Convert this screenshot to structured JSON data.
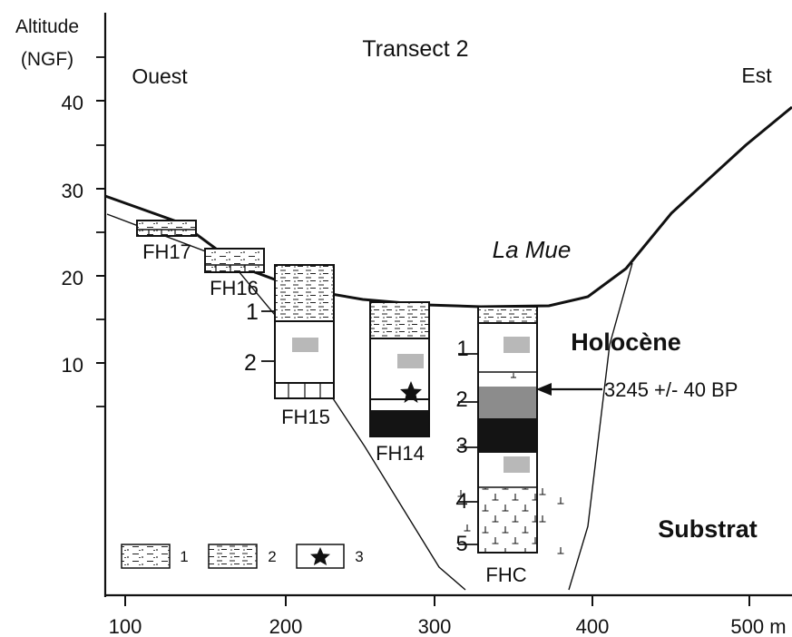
{
  "figure": {
    "title": "Transect 2",
    "side_left": "Ouest",
    "side_right": "Est",
    "valley_label": "La Mue",
    "unit_upper": "Holocène",
    "unit_lower": "Substrat",
    "date_label": "3245 +/- 40 BP"
  },
  "axes": {
    "y_title_line1": "Altitude",
    "y_title_line2": "(NGF)",
    "y_ticks": [
      "40",
      "30",
      "20",
      "10"
    ],
    "x_ticks": [
      "100",
      "200",
      "300",
      "400",
      "500 m"
    ]
  },
  "cores": {
    "fh17": "FH17",
    "fh16": "FH16",
    "fh15": "FH15",
    "fh14": "FH14",
    "fhc": "FHC"
  },
  "layer_numbers": {
    "fh15_1": "1",
    "fh15_2": "2",
    "fhc_1": "1",
    "fhc_2": "2",
    "fhc_3": "3",
    "fhc_4": "4",
    "fhc_5": "5"
  },
  "legend": {
    "item1": "1",
    "item2": "2",
    "item3": "3"
  },
  "colors": {
    "ink": "#111111",
    "grey_sample": "#b8b8b8",
    "grey_layer": "#8c8c8c",
    "black_layer": "#141414"
  }
}
